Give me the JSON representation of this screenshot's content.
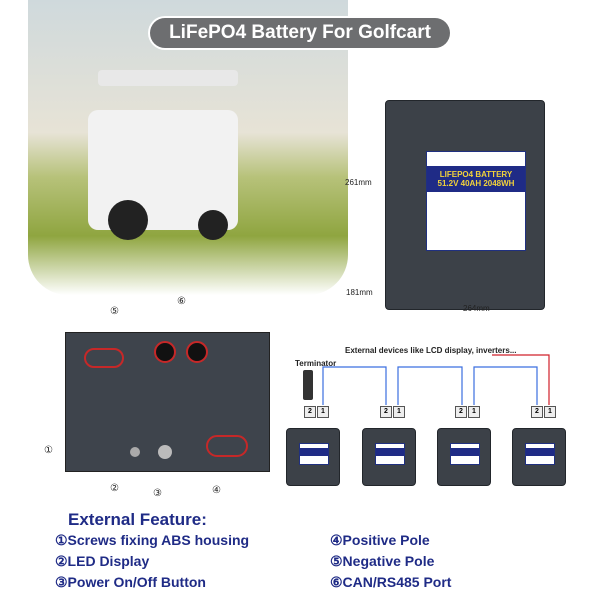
{
  "title": "LiFePO4 Battery For Golfcart",
  "battery": {
    "label_line1": "LIFEPO4 BATTERY",
    "label_line2": "51.2V 40AH 2048WH",
    "height": "261mm",
    "depth": "181mm",
    "width": "264mm"
  },
  "panel": {
    "callouts": [
      "①",
      "②",
      "③",
      "④",
      "⑤",
      "⑥"
    ]
  },
  "network": {
    "header": "External devices like LCD display, inverters...",
    "terminator": "Terminator",
    "port2": "2",
    "port1": "1"
  },
  "features": {
    "heading": "External Feature:",
    "items": [
      "①Screws fixing ABS housing",
      "②LED Display",
      "③Power On/Off Button",
      "④Positive Pole",
      "⑤Negative Pole",
      "⑥CAN/RS485 Port"
    ]
  },
  "colors": {
    "accent": "#1f2b86",
    "pill": "#6d6e70",
    "link": "#3b6fe0",
    "ext": "#d0202a"
  }
}
